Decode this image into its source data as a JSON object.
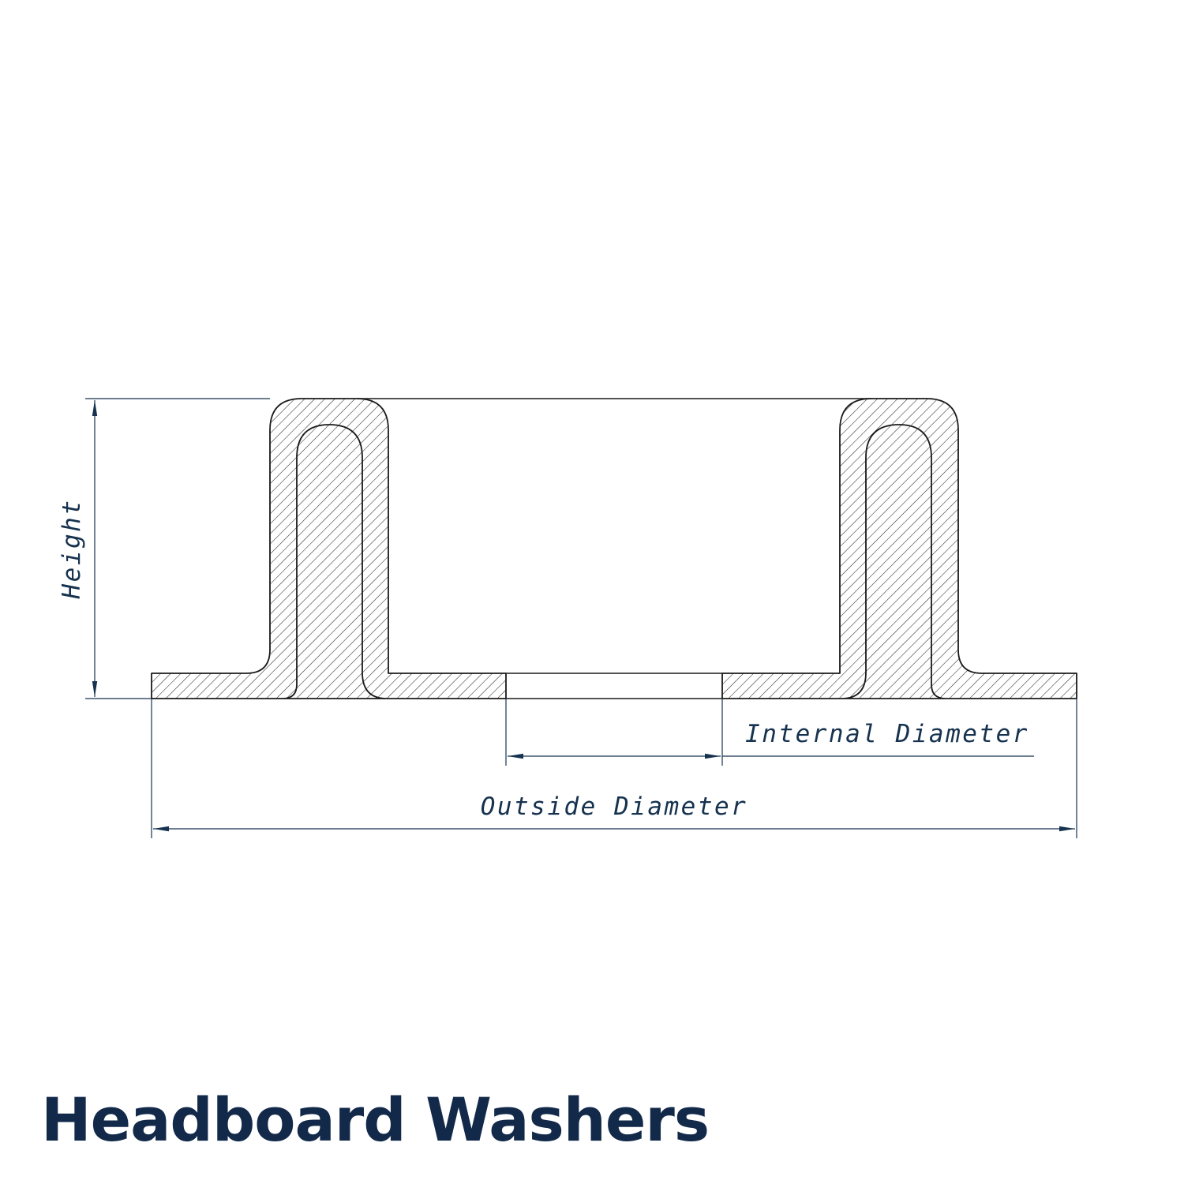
{
  "title": "Headboard Washers",
  "labels": {
    "height": "Height",
    "internal_diameter": "Internal Diameter",
    "outside_diameter": "Outside Diameter"
  },
  "colors": {
    "title": "#12294a",
    "dimension": "#16324f",
    "outline": "#1a1a1a",
    "background": "#ffffff"
  }
}
